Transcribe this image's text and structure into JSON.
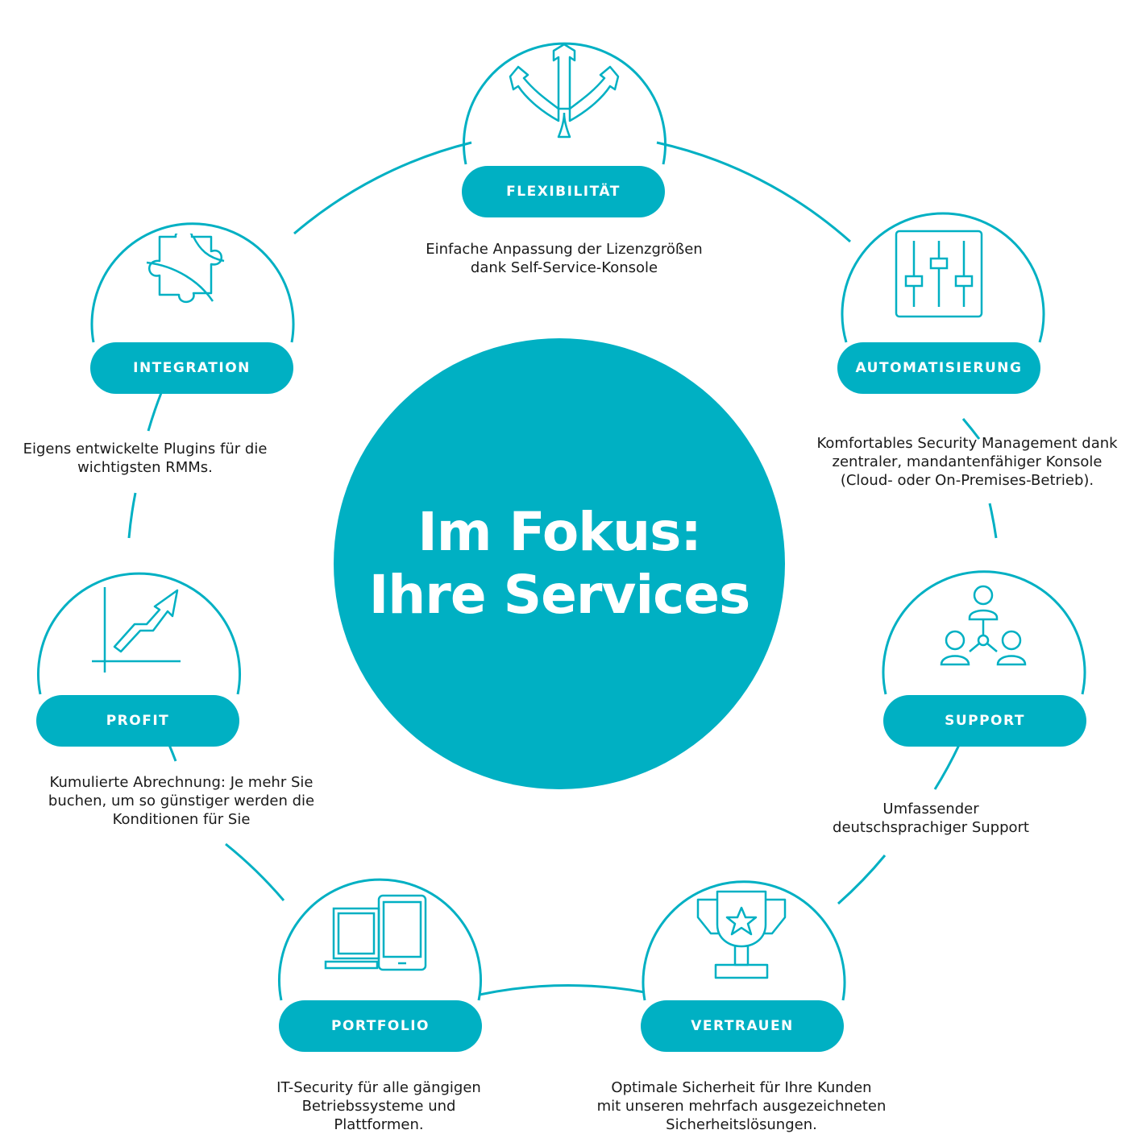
{
  "center": {
    "title_line1": "Im Fokus:",
    "title_line2": "Ihre Services"
  },
  "colors": {
    "accent": "#00b0c3",
    "text": "#1a1a1a",
    "background": "#ffffff"
  },
  "services": [
    {
      "key": "flexibilitaet",
      "label": "FLEXIBILITÄT",
      "icon": "branching-arrows-icon",
      "description": "Einfache Anpassung der Lizenzgrößen\ndank Self-Service-Konsole"
    },
    {
      "key": "automatisierung",
      "label": "AUTOMATISIERUNG",
      "icon": "sliders-icon",
      "description": "Komfortables Security Management dank\nzentraler, mandantenfähiger Konsole\n(Cloud- oder On-Premises-Betrieb)."
    },
    {
      "key": "support",
      "label": "SUPPORT",
      "icon": "people-network-icon",
      "description": "Umfassender\ndeutschsprachiger Support"
    },
    {
      "key": "vertrauen",
      "label": "VERTRAUEN",
      "icon": "trophy-icon",
      "description": "Optimale Sicherheit für Ihre Kunden\nmit unseren mehrfach ausgezeichneten\nSicherheitslösungen."
    },
    {
      "key": "portfolio",
      "label": "PORTFOLIO",
      "icon": "laptop-tablet-icon",
      "description": "IT-Security für alle gängigen\nBetriebssysteme und\nPlattformen."
    },
    {
      "key": "profit",
      "label": "PROFIT",
      "icon": "growth-chart-icon",
      "description": "Kumulierte Abrechnung: Je mehr Sie\nbuchen, um so günstiger werden die\nKonditionen für Sie"
    },
    {
      "key": "integration",
      "label": "INTEGRATION",
      "icon": "puzzle-piece-icon",
      "description": "Eigens entwickelte Plugins für die\nwichtigsten RMMs."
    }
  ]
}
